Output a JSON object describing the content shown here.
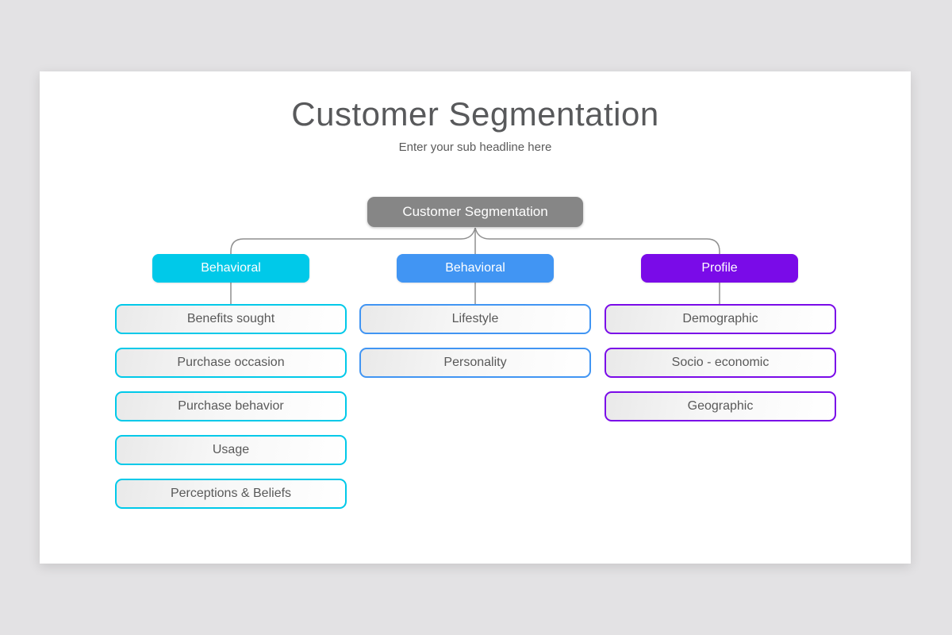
{
  "slide": {
    "title": "Customer Segmentation",
    "subtitle": "Enter your sub headline here"
  },
  "tree": {
    "root": {
      "label": "Customer Segmentation",
      "color": "#868686"
    },
    "connector_color": "#8f8f8f",
    "branches": [
      {
        "label": "Behavioral",
        "color": "#00c9e9",
        "children": [
          "Benefits sought",
          "Purchase occasion",
          "Purchase behavior",
          "Usage",
          "Perceptions & Beliefs"
        ]
      },
      {
        "label": "Behavioral",
        "color": "#4195f3",
        "children": [
          "Lifestyle",
          "Personality"
        ]
      },
      {
        "label": "Profile",
        "color": "#7a0be8",
        "children": [
          "Demographic",
          "Socio - economic",
          "Geographic"
        ]
      }
    ]
  }
}
